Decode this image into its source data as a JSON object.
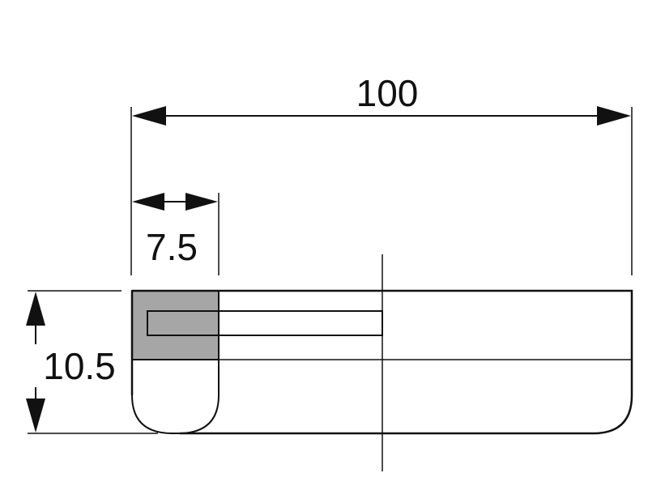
{
  "dimensions": {
    "overall_width": "100",
    "rim_width": "7.5",
    "height": "10.5"
  },
  "colors": {
    "line": "#111111",
    "bond_fill": "#a6a6a6",
    "abrasive_fill": "#ffffff",
    "abrasive_dots": "#8a8a8a",
    "background": "#ffffff"
  }
}
